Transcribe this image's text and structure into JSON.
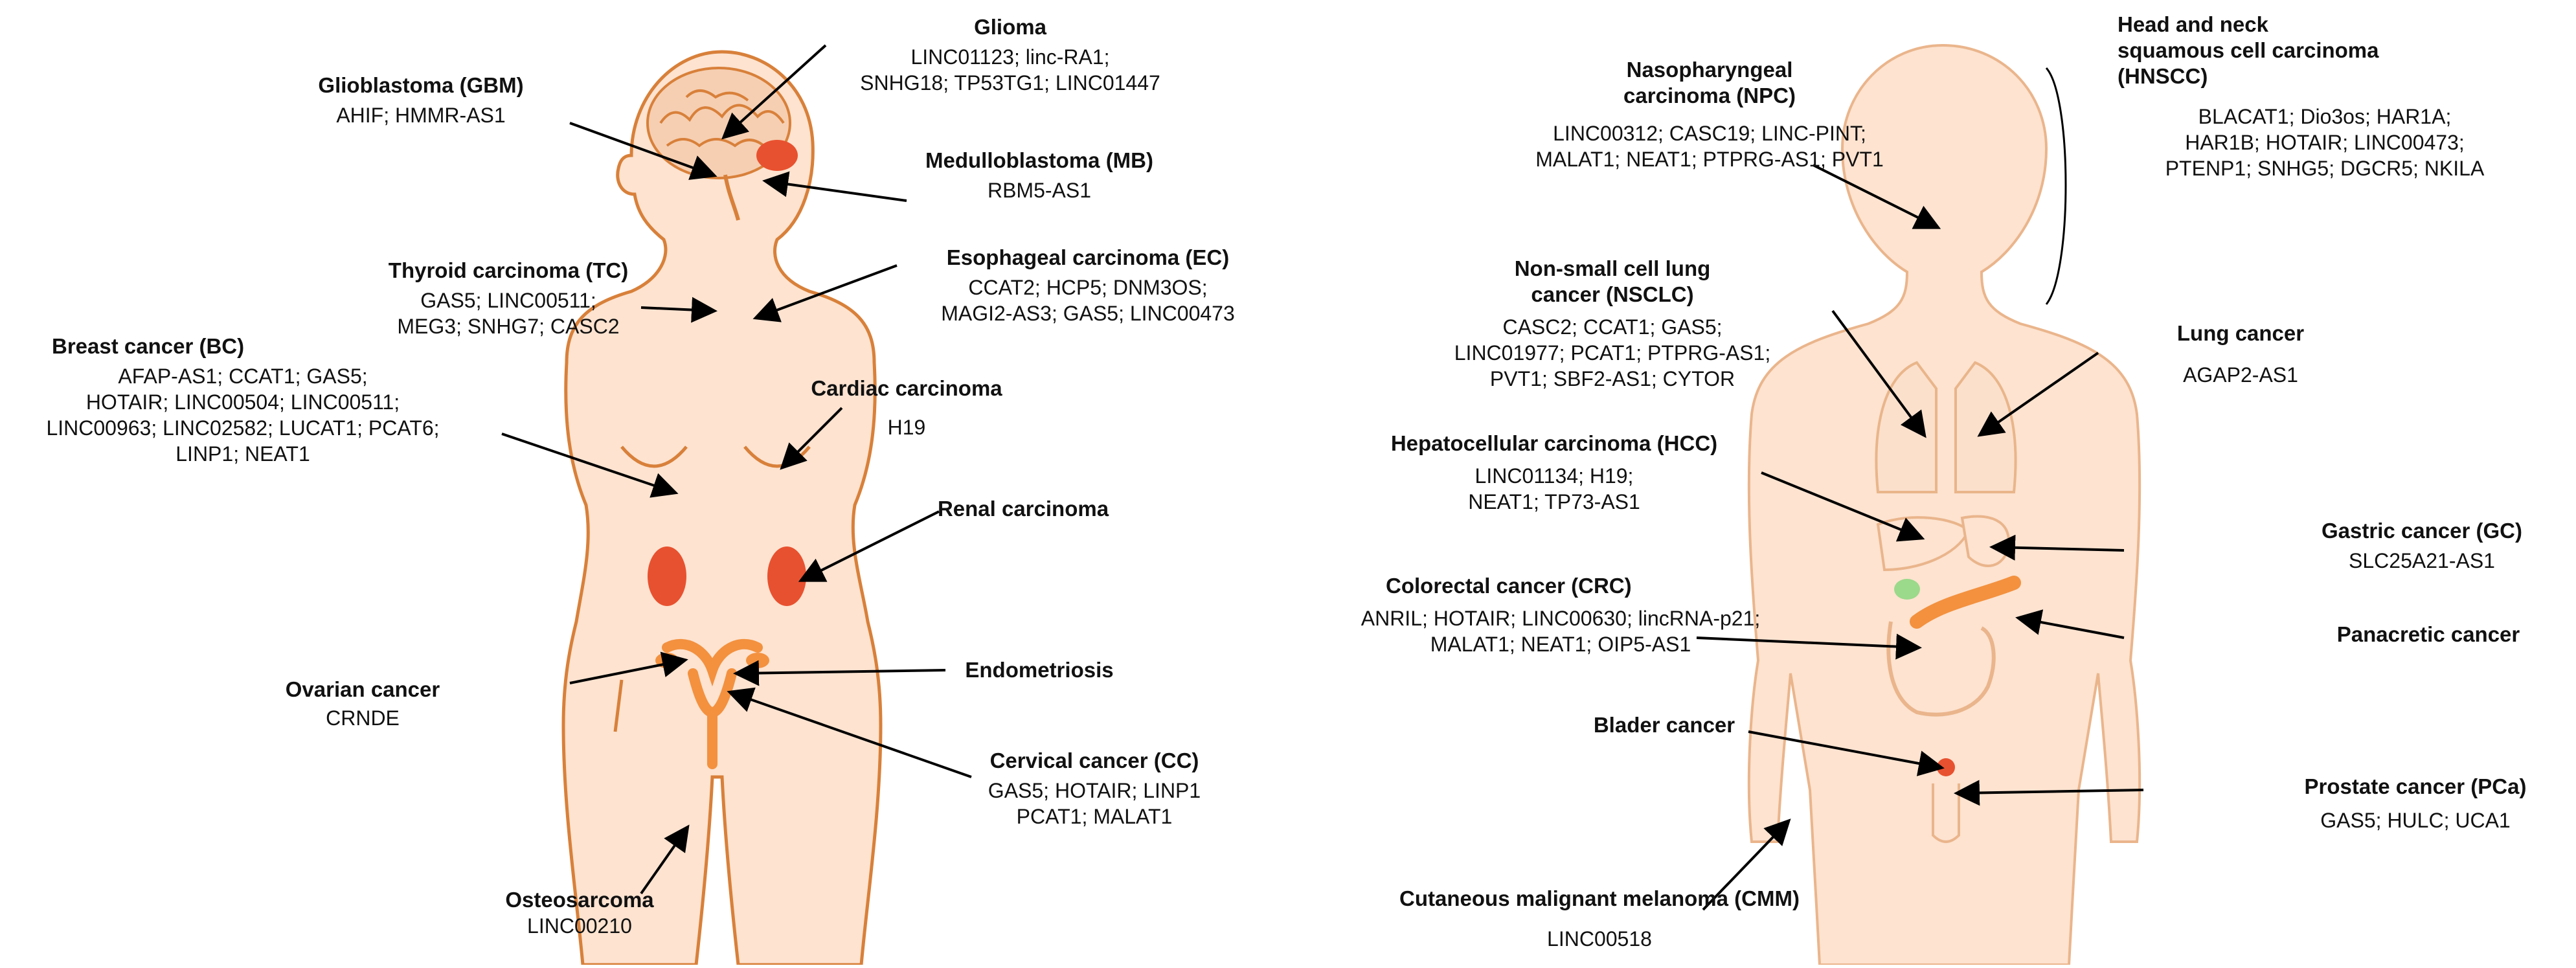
{
  "left_panel": {
    "labels": [
      {
        "id": "glioma",
        "title": [
          "Glioma"
        ],
        "genes": [
          "LINC01123; linc-RA1;",
          "SNHG18; TP53TG1; LINC01447"
        ]
      },
      {
        "id": "gbm",
        "title": [
          "Glioblastoma (GBM)"
        ],
        "genes": [
          "AHIF; HMMR-AS1"
        ]
      },
      {
        "id": "mb",
        "title": [
          "Medulloblastoma (MB)"
        ],
        "genes": [
          "RBM5-AS1"
        ]
      },
      {
        "id": "tc",
        "title": [
          "Thyroid carcinoma (TC)"
        ],
        "genes": [
          "GAS5; LINC00511;",
          "MEG3; SNHG7; CASC2"
        ]
      },
      {
        "id": "ec",
        "title": [
          "Esophageal carcinoma (EC)"
        ],
        "genes": [
          "CCAT2; HCP5; DNM3OS;",
          "MAGI2-AS3; GAS5; LINC00473"
        ]
      },
      {
        "id": "bc",
        "title": [
          "Breast cancer (BC)"
        ],
        "genes": [
          "AFAP-AS1; CCAT1; GAS5;",
          "HOTAIR; LINC00504; LINC00511;",
          "LINC00963; LINC02582; LUCAT1; PCAT6;",
          "LINP1; NEAT1"
        ]
      },
      {
        "id": "cardiac",
        "title": [
          "Cardiac carcinoma"
        ],
        "genes": [
          "H19"
        ]
      },
      {
        "id": "renal",
        "title": [
          "Renal carcinoma"
        ],
        "genes": []
      },
      {
        "id": "ovarian",
        "title": [
          "Ovarian cancer"
        ],
        "genes": [
          "CRNDE"
        ]
      },
      {
        "id": "endo",
        "title": [
          "Endometriosis"
        ],
        "genes": []
      },
      {
        "id": "cc",
        "title": [
          "Cervical cancer (CC)"
        ],
        "genes": [
          "GAS5; HOTAIR; LINP1",
          "PCAT1; MALAT1"
        ]
      },
      {
        "id": "osteo",
        "title": [
          "Osteosarcoma"
        ],
        "genes": [
          "LINC00210"
        ]
      }
    ]
  },
  "right_panel": {
    "labels": [
      {
        "id": "npc",
        "title": [
          "Nasopharyngeal",
          "carcinoma (NPC)"
        ],
        "genes": [
          "LINC00312; CASC19; LINC-PINT;",
          "MALAT1; NEAT1; PTPRG-AS1; PVT1"
        ]
      },
      {
        "id": "hnscc",
        "title": [
          "Head and neck",
          "squamous cell carcinoma",
          "(HNSCC)"
        ],
        "genes": [
          "BLACAT1; Dio3os; HAR1A;",
          "HAR1B; HOTAIR; LINC00473;",
          "PTENP1; SNHG5; DGCR5; NKILA"
        ]
      },
      {
        "id": "nsclc",
        "title": [
          "Non-small cell lung",
          "cancer (NSCLC)"
        ],
        "genes": [
          "CASC2; CCAT1; GAS5;",
          "LINC01977; PCAT1; PTPRG-AS1;",
          "PVT1; SBF2-AS1; CYTOR"
        ]
      },
      {
        "id": "lung",
        "title": [
          "Lung cancer"
        ],
        "genes": [
          "AGAP2-AS1"
        ]
      },
      {
        "id": "hcc",
        "title": [
          "Hepatocellular carcinoma (HCC)"
        ],
        "genes": [
          "LINC01134; H19;",
          "NEAT1; TP73-AS1"
        ]
      },
      {
        "id": "gc",
        "title": [
          "Gastric cancer (GC)"
        ],
        "genes": [
          "SLC25A21-AS1"
        ]
      },
      {
        "id": "crc",
        "title": [
          "Colorectal cancer (CRC)"
        ],
        "genes": [
          "ANRIL; HOTAIR; LINC00630; lincRNA-p21;",
          "MALAT1; NEAT1; OIP5-AS1"
        ]
      },
      {
        "id": "pan",
        "title": [
          "Panacretic cancer"
        ],
        "genes": []
      },
      {
        "id": "blad",
        "title": [
          "Blader cancer"
        ],
        "genes": []
      },
      {
        "id": "pca",
        "title": [
          "Prostate cancer (PCa)"
        ],
        "genes": [
          "GAS5; HULC; UCA1"
        ]
      },
      {
        "id": "cmm",
        "title": [
          "Cutaneous malignant melanoma (CMM)"
        ],
        "genes": [
          "LINC00518"
        ]
      }
    ]
  },
  "colors": {
    "skin": "#fde3d0",
    "outline": "#d8803a",
    "organ_red": "#e8512f",
    "organ_orange": "#f3913f",
    "gallbladder": "#9bd98b",
    "right_outline": "#eab58c",
    "arrow": "#000000"
  }
}
